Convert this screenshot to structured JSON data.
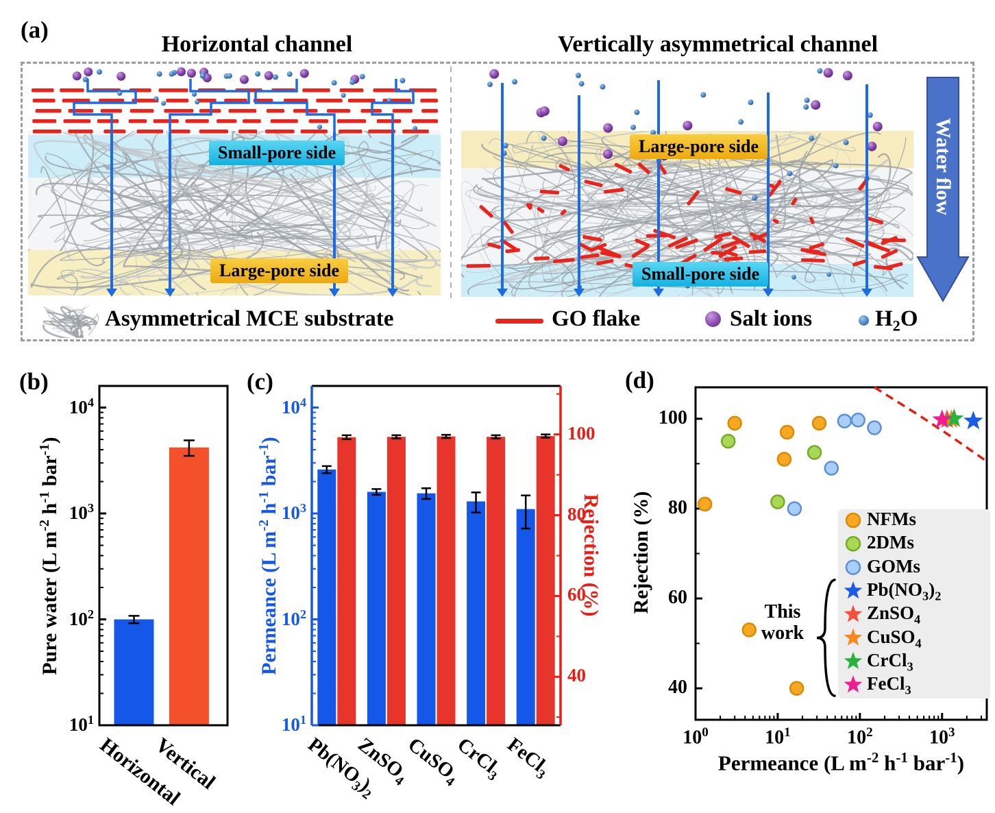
{
  "panels": {
    "a": {
      "tag": "(a)",
      "titles": {
        "left": "Horizontal channel",
        "right": "Vertically asymmetrical channel"
      },
      "bands": {
        "left_top": "Small-pore side",
        "left_bottom": "Large-pore side",
        "right_top": "Large-pore side",
        "right_bottom": "Small-pore side"
      },
      "water_flow_label": "Water flow",
      "legend": [
        {
          "icon": "mce-mesh-icon",
          "label": "Asymmetrical MCE substrate"
        },
        {
          "icon": "go-flake-icon",
          "label": "GO flake"
        },
        {
          "icon": "salt-ion-icon",
          "label": "Salt ions"
        },
        {
          "icon": "water-molecule-icon",
          "label": "H~2~O"
        }
      ],
      "colors": {
        "go_flake": "#e8251c",
        "channel_blue": "#1b6be4",
        "salt_ion_dark": "#5a2478",
        "salt_ion_mid": "#8a4cb0",
        "salt_ion_light": "#c99ae0",
        "water_dark": "#2a5a96",
        "water_mid": "#4a86c8",
        "water_light": "#9cc8ee",
        "small_pore_band": "#14b2e2",
        "large_pore_band": "#edaa0e",
        "water_flow_arrow": "#4a72c8",
        "mesh_gray": "#9aa0a6"
      }
    },
    "b": {
      "tag": "(b)"
    },
    "c": {
      "tag": "(c)"
    },
    "d": {
      "tag": "(d)",
      "this_work_label": "This work"
    }
  },
  "chart_data": [
    {
      "panel": "b",
      "type": "bar",
      "categories": [
        "Horizontal",
        "Vertical"
      ],
      "values": [
        100,
        4200
      ],
      "errors": [
        8,
        700
      ],
      "bar_colors": [
        "#1557e8",
        "#f4502a"
      ],
      "ylabel": "Pure water (L m^-2^ h^-1^ bar^-1^)",
      "yscale": "log",
      "ylim": [
        10,
        16000
      ],
      "yticks": [
        10,
        100,
        1000,
        10000
      ]
    },
    {
      "panel": "c",
      "type": "bar-dual-axis",
      "categories": [
        "Pb(NO~3~)~2~",
        "ZnSO~4~",
        "CuSO~4~",
        "CrCl~3~",
        "FeCl~3~"
      ],
      "series": [
        {
          "name": "Permeance",
          "axis": "left",
          "color": "#1557e8",
          "values": [
            2600,
            1600,
            1550,
            1300,
            1100
          ],
          "errors": [
            200,
            100,
            180,
            280,
            380
          ]
        },
        {
          "name": "Rejection",
          "axis": "right",
          "color": "#e8352b",
          "values": [
            99.3,
            99.4,
            99.5,
            99.4,
            99.6
          ],
          "errors": [
            0.5,
            0.4,
            0.4,
            0.4,
            0.4
          ]
        }
      ],
      "left_axis": {
        "label": "Permeance (L m^-2^ h^-1^ bar^-1^)",
        "scale": "log",
        "lim": [
          10,
          16000
        ],
        "ticks": [
          10,
          100,
          1000,
          10000
        ],
        "color": "#1557e8"
      },
      "right_axis": {
        "label": "Rejection (%)",
        "scale": "linear",
        "lim": [
          28,
          112
        ],
        "ticks": [
          40,
          60,
          80,
          100
        ],
        "color": "#e81e14"
      }
    },
    {
      "panel": "d",
      "type": "scatter",
      "xlabel": "Permeance (L m^-2^ h^-1^ bar^-1^)",
      "ylabel": "Rejection (%)",
      "xscale": "log",
      "xlim": [
        1,
        3500
      ],
      "xticks": [
        1,
        10,
        100,
        1000
      ],
      "ylim": [
        33,
        107
      ],
      "yticks": [
        40,
        60,
        80,
        100
      ],
      "series": [
        {
          "name": "NFMs",
          "marker": "circle",
          "fill": "#f7a823",
          "edge": "#d98a06",
          "points": [
            [
              1.3,
              81
            ],
            [
              3,
              99
            ],
            [
              13,
              97
            ],
            [
              32,
              99
            ],
            [
              12,
              91
            ],
            [
              4.5,
              53
            ],
            [
              17,
              40
            ]
          ]
        },
        {
          "name": "2DMs",
          "marker": "circle",
          "fill": "#a9d855",
          "edge": "#74aa28",
          "points": [
            [
              2.5,
              95
            ],
            [
              10,
              81.5
            ],
            [
              28,
              92.5
            ]
          ]
        },
        {
          "name": "GOMs",
          "marker": "circle",
          "fill": "#a9cef7",
          "edge": "#5b8fd8",
          "points": [
            [
              16,
              80
            ],
            [
              45,
              89
            ],
            [
              65,
              99.5
            ],
            [
              95,
              99.7
            ],
            [
              150,
              98
            ]
          ]
        },
        {
          "name": "Pb(NO~3~)~2~",
          "marker": "star",
          "fill": "#1a5ce8",
          "edge": "#1a5ce8",
          "points": [
            [
              2400,
              99.5
            ]
          ]
        },
        {
          "name": "ZnSO~4~",
          "marker": "star",
          "fill": "#f4503c",
          "edge": "#f4503c",
          "points": [
            [
              1150,
              99.8
            ]
          ]
        },
        {
          "name": "CuSO~4~",
          "marker": "star",
          "fill": "#f58820",
          "edge": "#f58820",
          "points": [
            [
              1300,
              99.8
            ]
          ]
        },
        {
          "name": "CrCl~3~",
          "marker": "star",
          "fill": "#28b43c",
          "edge": "#28b43c",
          "points": [
            [
              1400,
              100
            ]
          ]
        },
        {
          "name": "FeCl~3~",
          "marker": "star",
          "fill": "#ee1e8e",
          "edge": "#ee1e8e",
          "points": [
            [
              1000,
              99.8
            ]
          ]
        }
      ],
      "upper_bound_line": {
        "color": "#e81e14",
        "style": "dashed",
        "points": [
          [
            150,
            107
          ],
          [
            500,
            101
          ],
          [
            1300,
            96
          ],
          [
            3500,
            90.5
          ]
        ]
      },
      "legend": {
        "title": "This work",
        "bg": "#ededed"
      }
    }
  ]
}
